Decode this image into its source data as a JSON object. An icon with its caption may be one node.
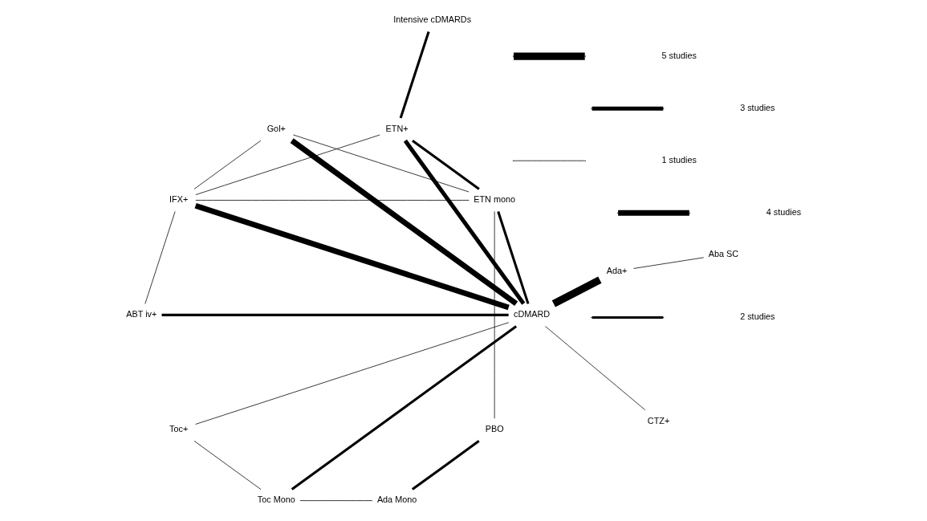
{
  "diagram": {
    "nodes": [
      {
        "text": [
          "cDMARD"
        ]
      },
      {
        "text": [
          "Aba SC"
        ]
      },
      {
        "text": [
          "ABT iv+"
        ]
      },
      {
        "text": [
          "CTZ+"
        ]
      },
      {
        "text": [
          "Ada+"
        ]
      },
      {
        "text": [
          "Toc Mono"
        ]
      },
      {
        "text": [
          "Ada Mono"
        ]
      },
      {
        "text": [
          "Intensive cDMARDs"
        ]
      },
      {
        "text": [
          "Toc+"
        ]
      },
      {
        "text": [
          "PBO"
        ]
      },
      {
        "text": [
          "ETN+"
        ]
      },
      {
        "text": [
          "IFX+"
        ]
      },
      {
        "text": [
          "ETN mono"
        ]
      },
      {
        "text": [
          "Gol+"
        ]
      }
    ],
    "edges": [
      {
        "from": 1,
        "to": 4,
        "arrow": "none"
      },
      {
        "from": 0,
        "to": 2,
        "arrow": "none",
        "style": "thick"
      },
      {
        "from": 0,
        "to": 4,
        "arrow": "none",
        "style": "thick"
      },
      {
        "from": 0,
        "to": 3,
        "arrow": "none"
      },
      {
        "from": 0,
        "to": 5,
        "arrow": "none",
        "style": "thick"
      },
      {
        "from": 0,
        "to": 8,
        "arrow": "none"
      },
      {
        "from": 0,
        "to": 11,
        "arrow": "none",
        "style": "thick"
      },
      {
        "from": 0,
        "to": 13,
        "arrow": "none",
        "style": "thick"
      },
      {
        "from": 0,
        "to": 12,
        "arrow": "none",
        "style": "thick"
      },
      {
        "from": 0,
        "to": 10,
        "arrow": "none",
        "style": "thick"
      },
      {
        "from": 2,
        "to": 11,
        "arrow": "none"
      },
      {
        "from": 5,
        "to": 6,
        "arrow": "none"
      },
      {
        "from": 5,
        "to": 8,
        "arrow": "none"
      },
      {
        "from": 6,
        "to": 9,
        "arrow": "none",
        "style": "thick"
      },
      {
        "from": 7,
        "to": 10,
        "arrow": "none",
        "style": "thick"
      },
      {
        "from": 9,
        "to": 12,
        "arrow": "none"
      },
      {
        "from": 11,
        "to": 10,
        "arrow": "none"
      },
      {
        "from": 11,
        "to": 13,
        "arrow": "none"
      },
      {
        "from": 11,
        "to": 12,
        "arrow": "none"
      },
      {
        "from": 13,
        "to": 12,
        "arrow": "none"
      },
      {
        "from": 12,
        "to": 10,
        "arrow": "none",
        "style": "thick"
      }
    ],
    "legend": [
      {
        "text": "1 studies"
      },
      {
        "text": "2 studies"
      },
      {
        "text": "3 studies"
      },
      {
        "text": "4 studies"
      },
      {
        "text": "5 studies"
      }
    ]
  }
}
